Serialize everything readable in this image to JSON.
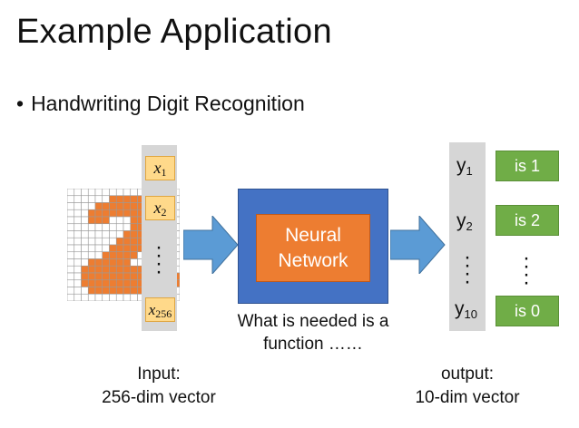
{
  "slide": {
    "title": "Example Application",
    "bullet": "Handwriting Digit Recognition"
  },
  "input": {
    "vars": [
      {
        "base": "x",
        "sub": "1"
      },
      {
        "base": "x",
        "sub": "2"
      },
      {
        "base": "x",
        "sub": "256"
      }
    ],
    "caption_line1": "Input:",
    "caption_line2": "256-dim vector"
  },
  "network": {
    "line1": "Neural",
    "line2": "Network",
    "caption_line1": "What is needed is a",
    "caption_line2": "function ……"
  },
  "output": {
    "vars": [
      {
        "base": "y",
        "sub": "1"
      },
      {
        "base": "y",
        "sub": "2"
      },
      {
        "base": "y",
        "sub": "10"
      }
    ],
    "labels": [
      "is 1",
      "is 2",
      "is 0"
    ],
    "caption_line1": "output:",
    "caption_line2": "10-dim vector"
  },
  "colors": {
    "input_box": "#ffd98a",
    "network_outer": "#4472c4",
    "network_inner": "#ed7d31",
    "arrow": "#5b9bd5",
    "output_box": "#70ad47",
    "digit_cells": "#ed7d31"
  }
}
